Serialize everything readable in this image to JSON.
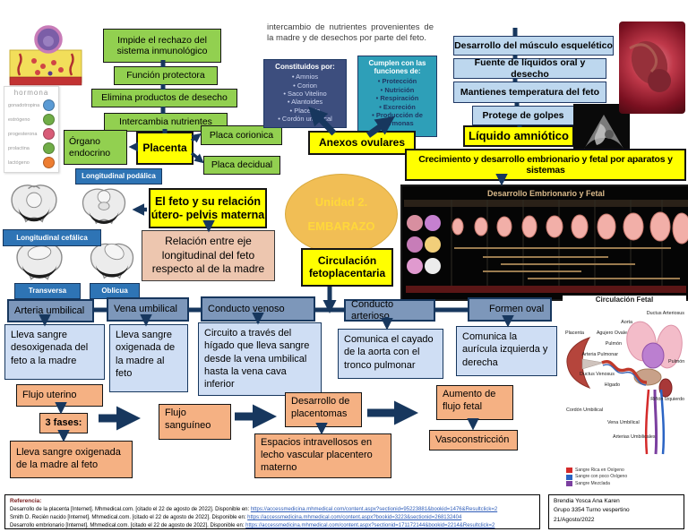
{
  "colors": {
    "green": "#92D050",
    "yellow": "#FFFF00",
    "navy": "#17375E",
    "steel_blue": "#7D97BA",
    "light_blue": "#BDD7EE",
    "pale_blue": "#CFDEF4",
    "orange": "#F5B183",
    "tan": "#EDC6AF",
    "label_blue": "#2E74B5",
    "navy_panel": "#3D4E7E",
    "teal_panel": "#2E9FB8",
    "ellipse_gold": "#F1BE55"
  },
  "unidad": {
    "line1": "Unidad 2.",
    "line2": "EMBARAZO"
  },
  "placenta": {
    "impide": "Impide el rechazo del sistema inmunológico",
    "funcion": "Función protectora",
    "elimina": "Elimina productos de desecho",
    "intercambia": "Intercambia nutrientes",
    "organo": "Órgano endocrino",
    "nombre": "Placenta",
    "placa_corionica": "Placa corionica",
    "placa_decidual": "Placa decidual"
  },
  "anexos": {
    "intro": "intercambio de nutrientes provenientes de la madre y de desechos por parte del feto.",
    "constituidos_titulo": "Constituidos por:",
    "constituidos": [
      "Amnios",
      "Corion",
      "Saco Vitelino",
      "Alantoides",
      "Placenta",
      "Cordón umbilical"
    ],
    "funciones_titulo": "Cumplen con las funciones de:",
    "funciones": [
      "Protección",
      "Nutrición",
      "Respiración",
      "Excreción",
      "Producción de hormonas"
    ],
    "etiqueta": "Anexos ovulares"
  },
  "liquido_amniotico": {
    "funciones": [
      "Desarrollo del músculo esquelético",
      "Fuente de líquidos oral y desecho",
      "Mantienes temperatura del feto",
      "Protege de golpes"
    ],
    "etiqueta": "Líquido amniótico",
    "ultrasonido_caption": "Líquido amniótico"
  },
  "crecimiento": {
    "banner": "Crecimiento y desarrollo embrionario y fetal por aparatos y sistemas",
    "chart_titulo": "Desarrollo Embrionario y Fetal"
  },
  "feto_pelvis": {
    "titulo": "El feto y su relación útero- pelvis materna",
    "detalle": "Relación entre eje longitudinal del feto respecto al de la madre",
    "posiciones": [
      "Longitudinal podálica",
      "Longitudinal cefálica",
      "Transversa",
      "Oblicua"
    ]
  },
  "circulacion_fetoplacentaria": {
    "etiqueta": "Circulación fetoplacentaria",
    "estructuras": [
      {
        "titulo": "Arteria umbilical",
        "descripcion": "Lleva sangre desoxigenada del feto a la madre"
      },
      {
        "titulo": "Vena umbilical",
        "descripcion": "Lleva sangre oxigenada de la madre al feto"
      },
      {
        "titulo": "Conducto venoso",
        "descripcion": "Circuito a través del hígado que lleva sangre desde la vena umbilical hasta la vena cava inferior"
      },
      {
        "titulo": "Conducto arterioso",
        "descripcion": "Comunica el cayado de la aorta con el tronco pulmonar"
      },
      {
        "titulo": "Formen oval",
        "descripcion": "Comunica la aurícula izquierda y derecha"
      }
    ]
  },
  "flujo": {
    "uterino": "Flujo uterino",
    "fases": "3 fases:",
    "lleva": "Lleva sangre oxigenada de la madre al feto",
    "sanguineo": "Flujo sanguíneo",
    "placentomas": "Desarrollo de placentomas",
    "espacios": "Espacios intravellosos en lecho vascular placentero materno",
    "aumento": "Aumento de flujo fetal",
    "vasoconstriccion": "Vasoconstricción"
  },
  "figura_circulacion_fetal": {
    "titulo": "Circulación Fetal",
    "labels": {
      "placenta": "Placenta",
      "ductus_arteriosus": "Ductus Arteriosus",
      "aorta": "Aorta",
      "agujero_ovale": "Agujero Ovale",
      "pulmon_izq": "Pulmón",
      "arteria_pulmonar": "Arteria Pulmonar",
      "ductus_venosus": "Ductus Venosus",
      "higado": "Hígado",
      "pulmon_der": "Pulmón",
      "rinon_izquierdo": "Riñón Izquierdo",
      "cordon_umbilical": "Cordón Umbilical",
      "vena_umbilical": "Vena Umbilical",
      "arterias_umbilicales": "Arterias Umbilicales"
    },
    "legend": [
      {
        "label": "Sangre Rica en Oxígeno",
        "color": "#D42A2A"
      },
      {
        "label": "Sangre con poco Oxígeno",
        "color": "#2B64C4"
      },
      {
        "label": "Sangre Mezclada",
        "color": "#7B3FA0"
      }
    ]
  },
  "hormonas": {
    "titulo": "hormona",
    "filas": [
      {
        "nombre": "gonadotropina",
        "color": "#5B9BD5"
      },
      {
        "nombre": "estrógeno",
        "color": "#70AD47"
      },
      {
        "nombre": "progesterona",
        "color": "#D85C78"
      },
      {
        "nombre": "prolactina",
        "color": "#70AD47"
      },
      {
        "nombre": "lactógeno",
        "color": "#ED7D31"
      }
    ]
  },
  "referencias": {
    "titulo": "Referencia:",
    "entradas": [
      {
        "texto": "Desarrollo de la placenta [Internet]. Mhmedical.com. [citado el 22 de agosto de 2022]. Disponible en: ",
        "enlace": "https://accessmedicina.mhmedical.com/content.aspx?sectionid=95223881&bookid=1476&Resultclick=2"
      },
      {
        "texto": "Smith D. Recién nacido [Internet]. Mhmedical.com. [citado el 22 de agosto de 2022]. Disponible en: ",
        "enlace": "https://accessmedicina.mhmedical.com/content.aspx?bookid=3223&sectionid=268132404"
      },
      {
        "texto": "Desarrollo embrionario [Internet]. Mhmedical.com. [citado el 22 de agosto de 2022]. Disponible en: ",
        "enlace": "https://accessmedicina.mhmedical.com/content.aspx?sectionid=171172144&bookid=2214&Resultclick=2"
      }
    ]
  },
  "creditos": {
    "nombre": "Brendia Yosca Ana Karen",
    "grupo": "Grupo 3354  Turno vespertino",
    "fecha": "21/Agosto/2022"
  }
}
